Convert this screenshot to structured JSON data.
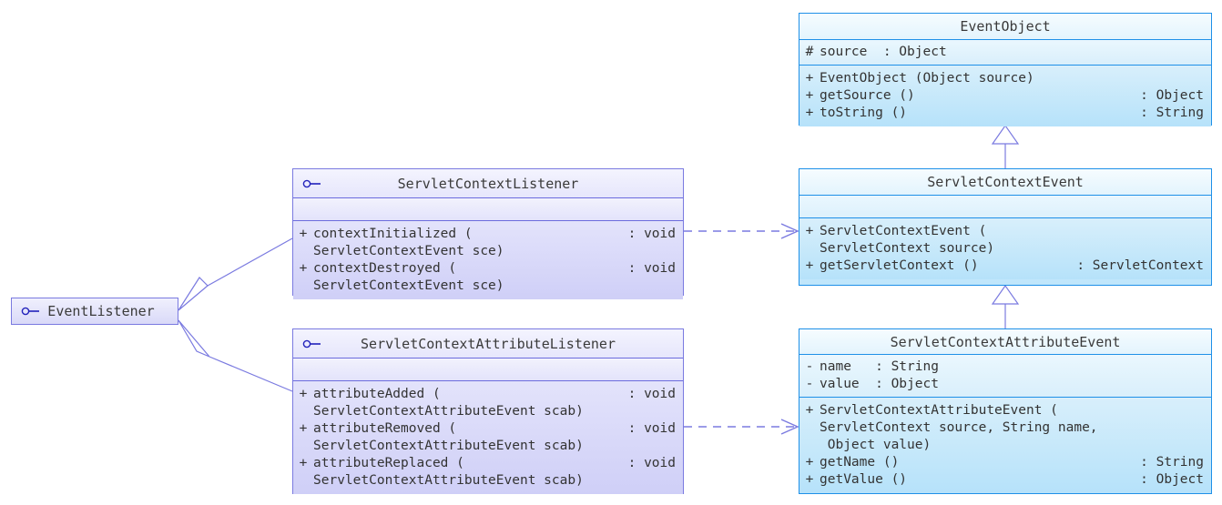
{
  "diagram": {
    "type": "uml-class-diagram",
    "title": "Servlet context listener and event classes"
  },
  "boxes": {
    "event_listener": {
      "name": "EventListener",
      "stereotype": "interface",
      "icon": "interface-lollipop-icon"
    },
    "servlet_context_listener": {
      "name": "ServletContextListener",
      "stereotype": "interface",
      "icon": "interface-lollipop-icon",
      "attributes": [],
      "methods": [
        {
          "visibility": "+",
          "signature": "contextInitialized (",
          "continuation": "ServletContextEvent sce)",
          "return": ": void"
        },
        {
          "visibility": "+",
          "signature": "contextDestroyed (",
          "continuation": "ServletContextEvent sce)",
          "return": ": void"
        }
      ]
    },
    "servlet_context_attribute_listener": {
      "name": "ServletContextAttributeListener",
      "stereotype": "interface",
      "icon": "interface-lollipop-icon",
      "attributes": [],
      "methods": [
        {
          "visibility": "+",
          "signature": "attributeAdded (",
          "continuation": "ServletContextAttributeEvent scab)",
          "return": ": void"
        },
        {
          "visibility": "+",
          "signature": "attributeRemoved (",
          "continuation": "ServletContextAttributeEvent scab)",
          "return": ": void"
        },
        {
          "visibility": "+",
          "signature": "attributeReplaced (",
          "continuation": "ServletContextAttributeEvent scab)",
          "return": ": void"
        }
      ]
    },
    "event_object": {
      "name": "EventObject",
      "stereotype": "class",
      "attributes": [
        {
          "visibility": "#",
          "signature": "source  : Object"
        }
      ],
      "methods": [
        {
          "visibility": "+",
          "signature": "EventObject (Object source)",
          "return": ""
        },
        {
          "visibility": "+",
          "signature": "getSource ()",
          "return": ": Object"
        },
        {
          "visibility": "+",
          "signature": "toString ()",
          "return": ": String"
        }
      ]
    },
    "servlet_context_event": {
      "name": "ServletContextEvent",
      "stereotype": "class",
      "attributes": [],
      "methods": [
        {
          "visibility": "+",
          "signature": "ServletContextEvent (",
          "continuation": "ServletContext source)",
          "return": ""
        },
        {
          "visibility": "+",
          "signature": "getServletContext ()",
          "return": ": ServletContext"
        }
      ]
    },
    "servlet_context_attribute_event": {
      "name": "ServletContextAttributeEvent",
      "stereotype": "class",
      "attributes": [
        {
          "visibility": "-",
          "signature": "name   : String"
        },
        {
          "visibility": "-",
          "signature": "value  : Object"
        }
      ],
      "methods": [
        {
          "visibility": "+",
          "signature": "ServletContextAttributeEvent (",
          "continuation": "ServletContext source, String name,",
          "continuation2": " Object value)",
          "return": ""
        },
        {
          "visibility": "+",
          "signature": "getName ()",
          "return": ": String"
        },
        {
          "visibility": "+",
          "signature": "getValue ()",
          "return": ": Object"
        }
      ]
    }
  },
  "relations": [
    {
      "name": "generalization-sclistener-to-eventlistener",
      "kind": "generalization",
      "from": "ServletContextListener",
      "to": "EventListener"
    },
    {
      "name": "generalization-scalistener-to-eventlistener",
      "kind": "generalization",
      "from": "ServletContextAttributeListener",
      "to": "EventListener"
    },
    {
      "name": "generalization-scevent-to-eventobject",
      "kind": "generalization",
      "from": "ServletContextEvent",
      "to": "EventObject"
    },
    {
      "name": "generalization-scaevent-to-scevent",
      "kind": "generalization",
      "from": "ServletContextAttributeEvent",
      "to": "ServletContextEvent"
    },
    {
      "name": "dependency-sclistener-to-scevent",
      "kind": "dependency",
      "from": "ServletContextListener",
      "to": "ServletContextEvent"
    },
    {
      "name": "dependency-scalistener-to-scaevent",
      "kind": "dependency",
      "from": "ServletContextAttributeListener",
      "to": "ServletContextAttributeEvent"
    }
  ],
  "colors": {
    "interface_border": "#7a7ae0",
    "interface_fill": "#dcdcfa",
    "class_border": "#1e90e8",
    "class_fill": "#bfe6fb",
    "connector": "#7a7ae0",
    "class_connector": "#6f9ee6",
    "text": "#333333"
  }
}
